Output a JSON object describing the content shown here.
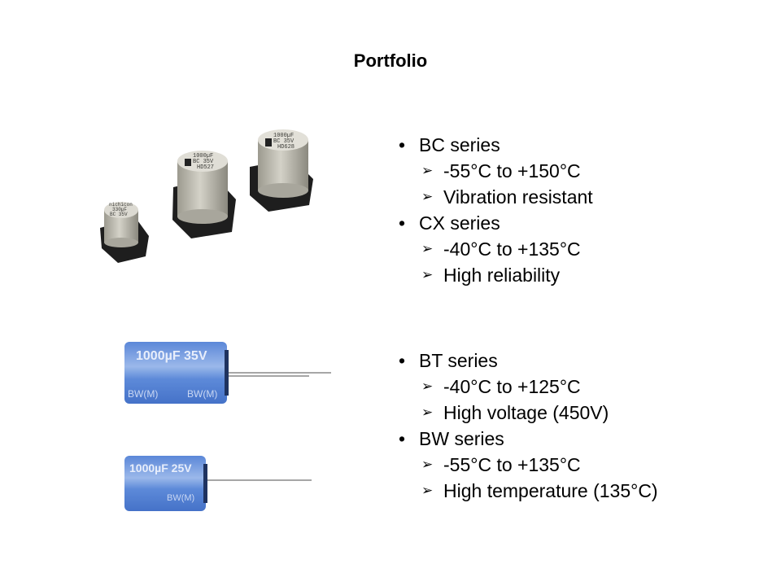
{
  "slide": {
    "title": "Portfolio"
  },
  "groups": [
    {
      "image_icon": "smd-aluminum-capacitors-photo",
      "image_lettering": [
        "nichicon",
        "330µF",
        "BC 35V",
        "1000µF",
        "BC 35V",
        "HD527",
        "HD628"
      ],
      "items": [
        {
          "label": "BC series",
          "subs": [
            "-55°C to +150°C",
            "Vibration resistant"
          ]
        },
        {
          "label": "CX series",
          "subs": [
            "-40°C to +135°C",
            "High reliability"
          ]
        }
      ]
    },
    {
      "image_icon": "radial-blue-capacitors-photo",
      "image_lettering": [
        "1000µF 35V",
        "BW(M)",
        "1000µF 25V",
        "BW(M)"
      ],
      "items": [
        {
          "label": "BT series",
          "subs": [
            "-40°C to +125°C",
            "High voltage (450V)"
          ]
        },
        {
          "label": "BW series",
          "subs": [
            "-55°C to +135°C",
            "High temperature (135°C)"
          ]
        }
      ]
    }
  ],
  "markers": {
    "bullet": "•",
    "sub": "➢"
  }
}
